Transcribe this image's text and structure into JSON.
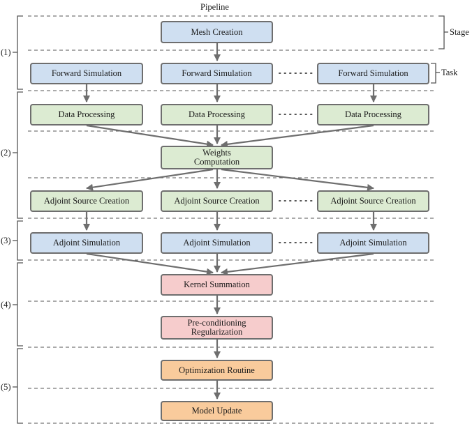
{
  "title": "Pipeline",
  "legend": {
    "stage": "Stage",
    "task": "Task"
  },
  "groups": [
    "(1)",
    "(2)",
    "(3)",
    "(4)",
    "(5)"
  ],
  "nodes": {
    "mesh_creation": "Mesh Creation",
    "forward_simulation": "Forward Simulation",
    "data_processing": "Data Processing",
    "weights_computation": "Weights\nComputation",
    "adjoint_source_creation": "Adjoint Source Creation",
    "adjoint_simulation": "Adjoint Simulation",
    "kernel_summation": "Kernel Summation",
    "preconditioning_regularization": "Pre-conditioning\nRegularization",
    "optimization_routine": "Optimization Routine",
    "model_update": "Model Update"
  },
  "colors": {
    "blue": "#cfdff1",
    "green": "#dcebd2",
    "pink": "#f6cccc",
    "orange": "#f9cb9c",
    "border": "#6e6e6e",
    "edge": "#6e6e6e"
  }
}
